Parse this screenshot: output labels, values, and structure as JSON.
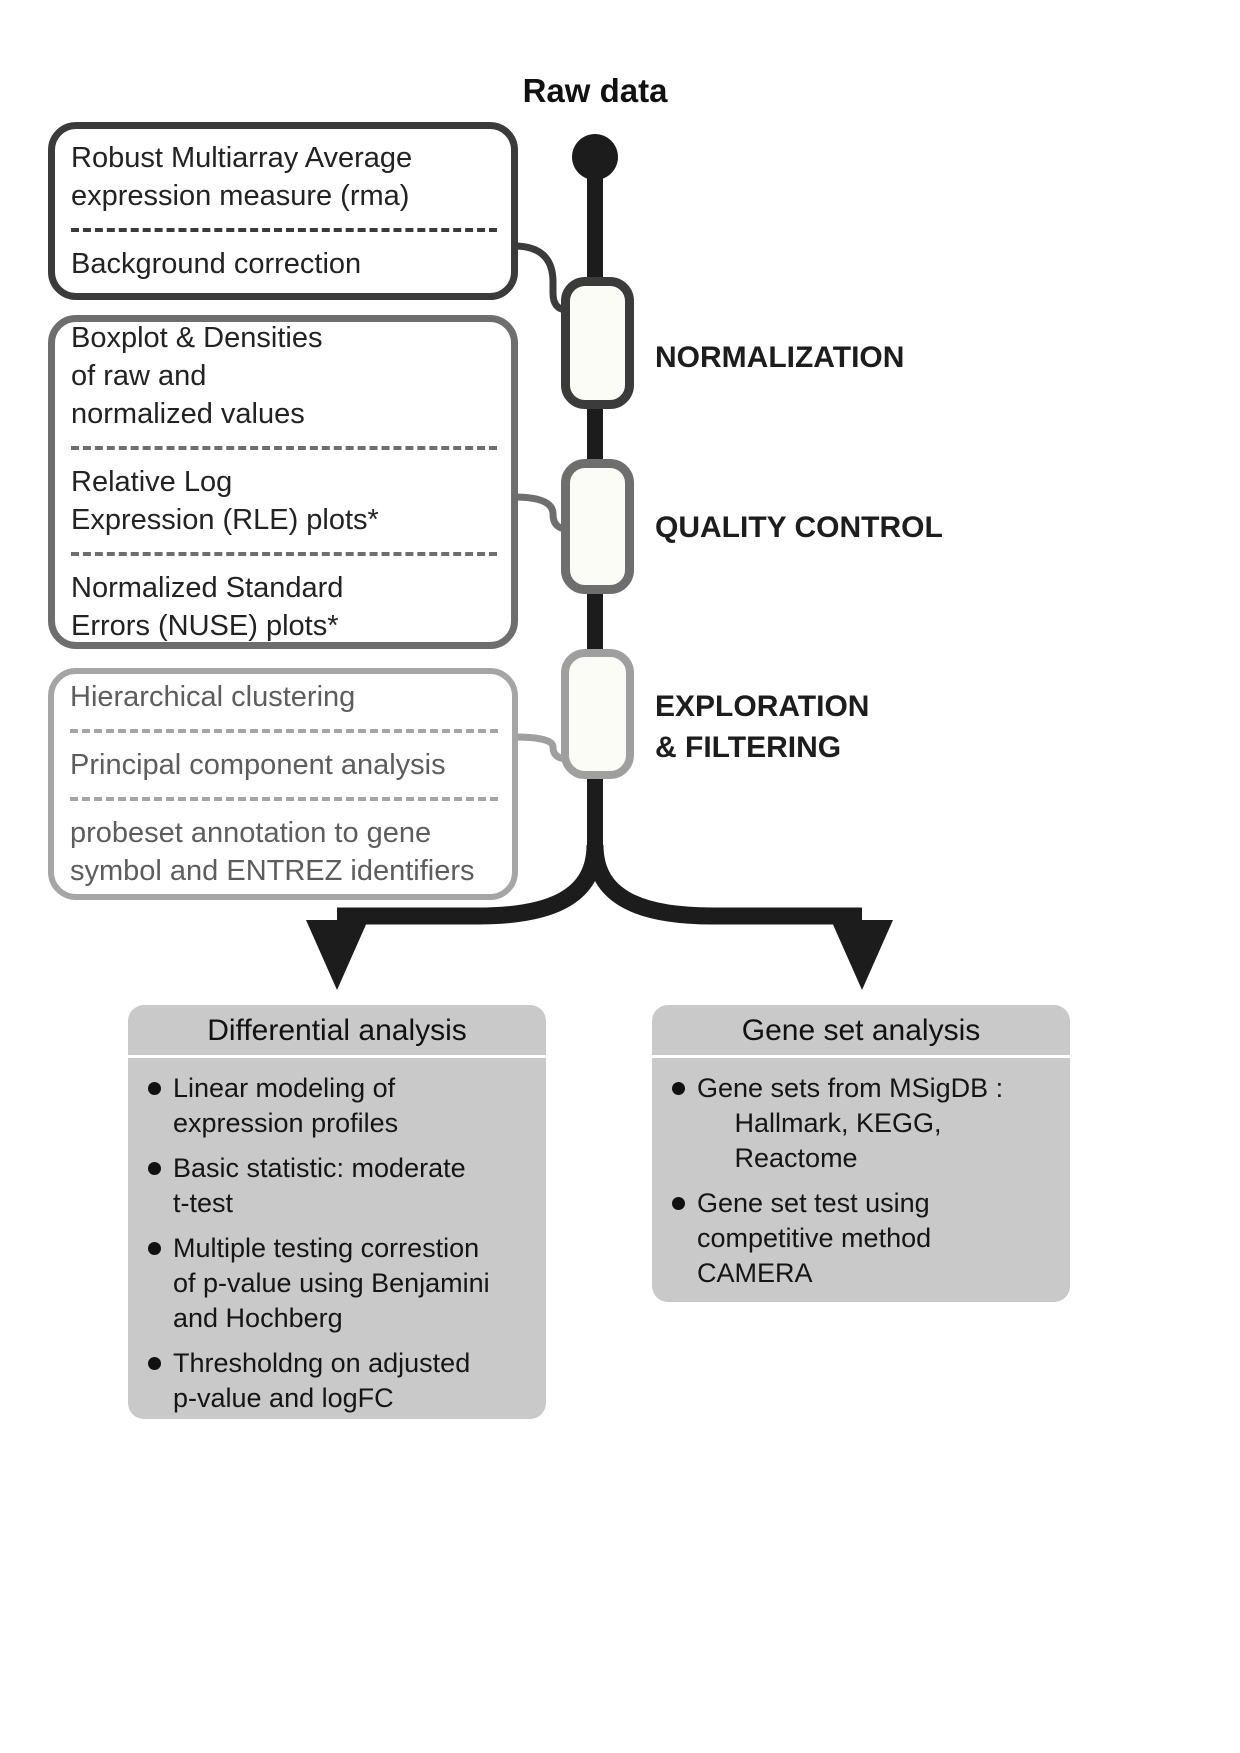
{
  "header": {
    "raw_data_label": "Raw data"
  },
  "stages": [
    {
      "label": "NORMALIZATION",
      "color": "#3b3b3b",
      "steps": [
        "Robust Multiarray Average\nexpression measure (rma)",
        "Background correction"
      ]
    },
    {
      "label": "QUALITY CONTROL",
      "color": "#6e6e6e",
      "steps": [
        "Boxplot & Densities\nof raw and\nnormalized values",
        "Relative Log\nExpression (RLE) plots*",
        "Normalized Standard\nErrors (NUSE) plots*"
      ]
    },
    {
      "label": "EXPLORATION\n& FILTERING",
      "color": "#9f9f9f",
      "steps": [
        "Hierarchical clustering",
        "Principal component analysis",
        "probeset annotation to gene\nsymbol and ENTREZ identifiers"
      ]
    }
  ],
  "branches": {
    "left": {
      "title": "Differential analysis",
      "bullets": [
        "Linear modeling of\nexpression profiles",
        "Basic statistic: moderate\nt-test",
        "Multiple testing correstion\nof p-value using Benjamini\nand Hochberg",
        "Thresholdng on adjusted\np-value and logFC"
      ]
    },
    "right": {
      "title": "Gene set analysis",
      "bullets": [
        "Gene sets from MSigDB :\n     Hallmark, KEGG,\n     Reactome",
        "Gene set test using\ncompetitive method\nCAMERA"
      ]
    }
  },
  "colors": {
    "flow_line": "#1c1c1c",
    "branch_box_fill": "#c9c9c9",
    "stage1_border": "#3b3b3b",
    "stage2_border": "#6e6e6e",
    "stage3_border": "#9f9f9f"
  }
}
